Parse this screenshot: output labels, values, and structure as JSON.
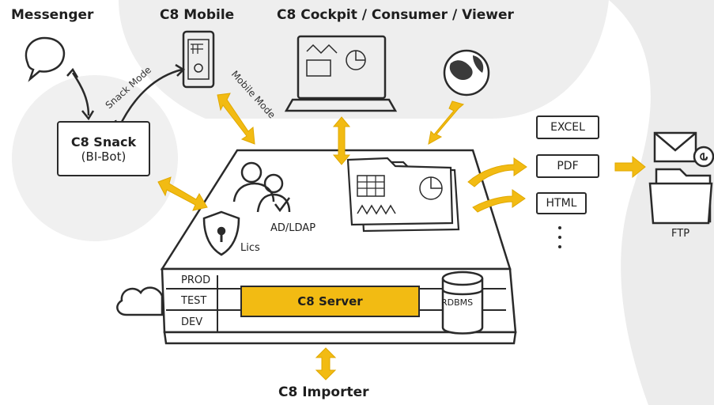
{
  "headings": {
    "messenger": "Messenger",
    "mobile": "C8 Mobile",
    "cockpit": "C8 Cockpit / Consumer / Viewer",
    "importer": "C8 Importer"
  },
  "modes": {
    "snack": "Snack Mode",
    "mobile": "Mobile Mode"
  },
  "snack_box": {
    "title": "C8 Snack",
    "subtitle": "(BI-Bot)"
  },
  "platform": {
    "adldap": "AD/LDAP",
    "lics": "Lics"
  },
  "environments": [
    "PROD",
    "TEST",
    "DEV"
  ],
  "server": {
    "label": "C8 Server",
    "db": "RDBMS"
  },
  "exports": [
    "EXCEL",
    "PDF",
    "HTML"
  ],
  "ftp": "FTP",
  "colors": {
    "accent": "#f2bb13",
    "accent_dark": "#e0a800",
    "background_shape": "#ececec",
    "ink": "#222222"
  }
}
